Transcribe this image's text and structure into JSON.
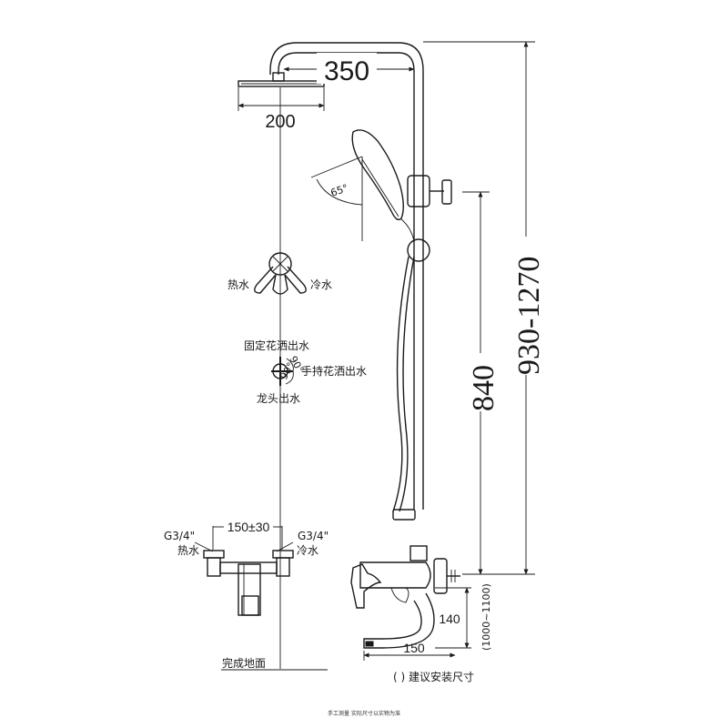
{
  "dimensions": {
    "arm_length": "350",
    "head_width": "200",
    "height_range": "930-1270",
    "slide_height": "840",
    "spout_height": "140",
    "spout_length": "150",
    "spout_height_range": "(1000~1100)",
    "inlet_spacing": "150±30",
    "angle": "65°",
    "diverter_angle_top": "90°",
    "diverter_angle_bottom": "90°"
  },
  "labels": {
    "hot_water_top": "热水",
    "cold_water_top": "冷水",
    "fixed_shower_outlet": "固定花洒出水",
    "handheld_shower_outlet": "手持花洒出水",
    "faucet_outlet": "龙头出水",
    "thread_left": "G3/4\"",
    "thread_right": "G3/4\"",
    "hot_water_bottom": "热水",
    "cold_water_bottom": "冷水",
    "finished_floor": "完成地面",
    "install_note": "( ) 建议安装尺寸",
    "footnote": "手工测量 实际尺寸以实物为准"
  },
  "colors": {
    "stroke": "#1a1a1a",
    "background": "#ffffff"
  }
}
